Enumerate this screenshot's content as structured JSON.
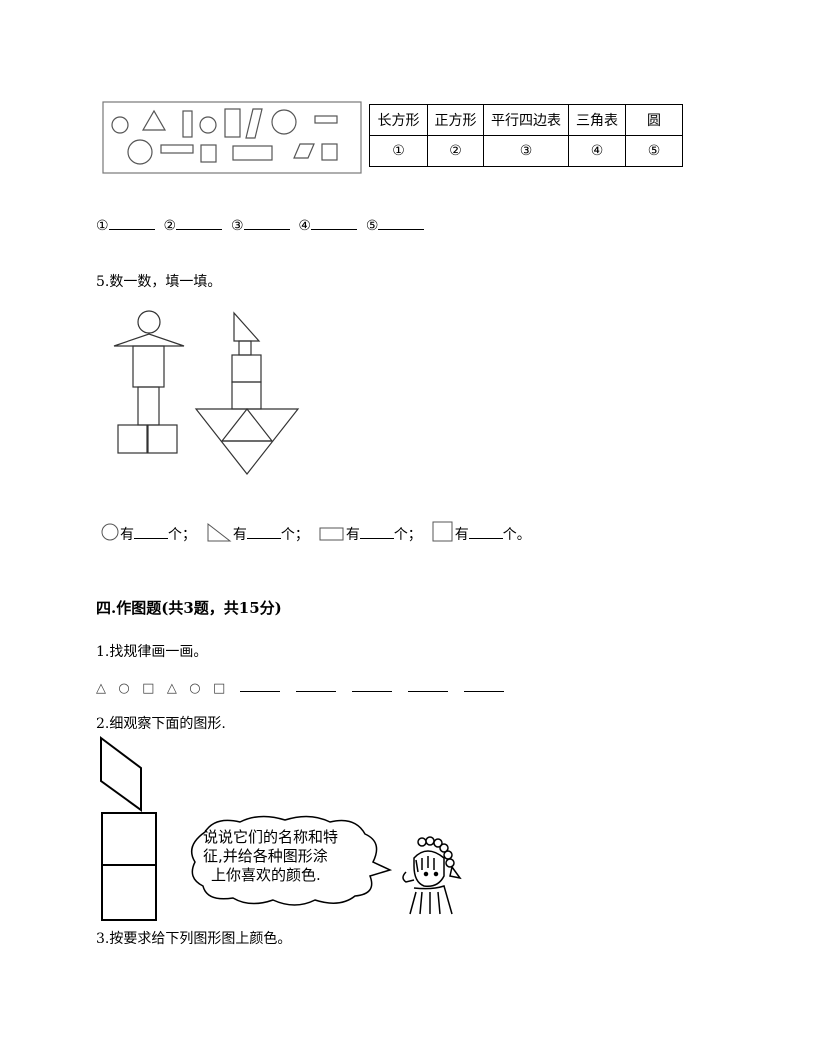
{
  "classify_table": {
    "headers": [
      "长方形",
      "正方形",
      "平行四边表",
      "三角表",
      "圆"
    ],
    "numbers": [
      "①",
      "②",
      "③",
      "④",
      "⑤"
    ]
  },
  "answer_labels": [
    "①",
    "②",
    "③",
    "④",
    "⑤"
  ],
  "q5_title": "5.数一数，填一填。",
  "count_line": {
    "you": "有",
    "ge": "个；",
    "ge_end": "个。"
  },
  "section_title": "四.作图题(共3题，共15分)",
  "q1_title": "1.找规律画一画。",
  "pattern": [
    "△",
    "○",
    "□",
    "△",
    "○",
    "□"
  ],
  "q2_title": "2.细观察下面的图形.",
  "speech": [
    "说说它们的名称和特",
    "征,并给各种图形涂",
    "上你喜欢的颜色."
  ],
  "q3_title": "3.按要求给下列图形图上颜色。"
}
